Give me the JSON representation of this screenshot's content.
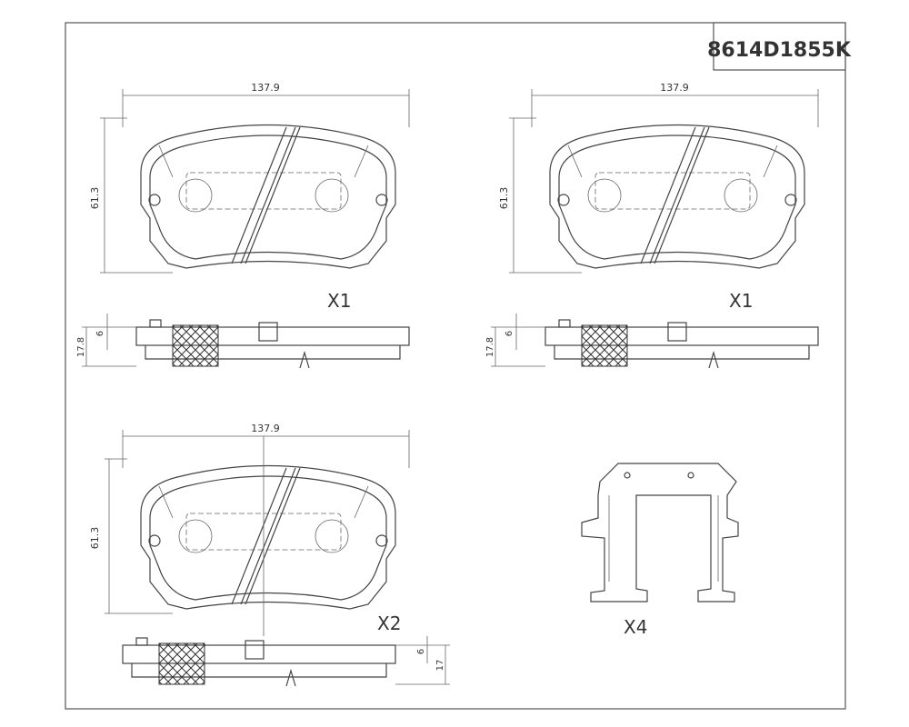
{
  "part_number": "8614D1855K",
  "views": [
    {
      "label": "X1",
      "width_dim": "137.9",
      "height_dim": "61.3",
      "thickness_dim": "17.8",
      "plate_dim": "6"
    },
    {
      "label": "X1",
      "width_dim": "137.9",
      "height_dim": "61.3",
      "thickness_dim": "17.8",
      "plate_dim": "6"
    },
    {
      "label": "X2",
      "width_dim": "137.9",
      "height_dim": "61.3",
      "thickness_dim": "17",
      "plate_dim": "6"
    }
  ],
  "clip": {
    "label": "X4"
  }
}
